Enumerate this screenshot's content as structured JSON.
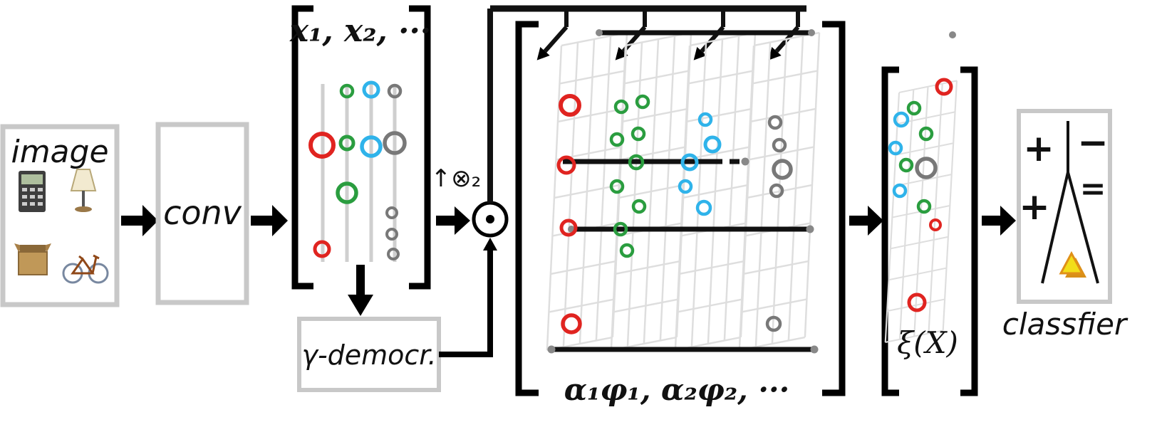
{
  "stages": {
    "image": {
      "label": "image"
    },
    "conv": {
      "label": "conv"
    },
    "features": {
      "title": "x₁, x₂, ···"
    },
    "democratic": {
      "label": "γ-democr."
    },
    "operator": {
      "tensor_power": "↑⊗₂",
      "hadamard": "⊙"
    },
    "weighted_features": {
      "caption": "α₁φ₁, α₂φ₂, ···"
    },
    "aggregate": {
      "caption": "ξ(X)"
    },
    "classifier": {
      "caption": "classfier",
      "plus_red": "+",
      "minus_blue": "−",
      "plus_magenta": "+",
      "equals_purple": "="
    }
  },
  "icons": {
    "image_thumbnails": [
      "calculator-icon",
      "lamp-icon",
      "carton-box-icon",
      "bicycle-icon"
    ]
  },
  "colors": {
    "feature_red": "#e02420",
    "feature_green": "#2a9d3f",
    "feature_blue": "#2fb3ea",
    "feature_gray": "#787878",
    "grid_gray": "#dedede",
    "box_border": "#c8c8c8",
    "minus_blue": "#7b8fd8",
    "plus_magenta": "#e619d8",
    "equals_purple": "#9070d0",
    "triangle_yellow": "#f2de1a",
    "triangle_orange": "#e09018"
  }
}
